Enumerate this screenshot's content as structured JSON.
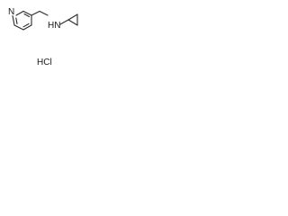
{
  "molecule": {
    "atoms": {
      "ring_nitrogen": "N",
      "amine": "HN",
      "salt": "HCl"
    },
    "colors": {
      "bond": "#2b2b2b",
      "text": "#1a1a1a",
      "background": "#ffffff"
    }
  }
}
